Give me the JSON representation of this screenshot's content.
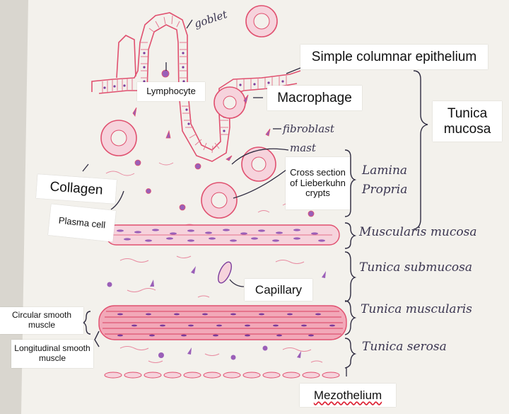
{
  "labels": {
    "simple_columnar_epithelium": "Simple columnar epithelium",
    "lymphocyte": "Lymphocyte",
    "macrophage": "Macrophage",
    "tunica_mucosa": "Tunica mucosa",
    "collagen": "Collagen",
    "cross_section": "Cross section of Lieberkuhn crypts",
    "plasma_cell": "Plasma cell",
    "capillary": "Capillary",
    "circular_smooth_muscle": "Circular smooth muscle",
    "longitudinal_smooth_muscle": "Longitudinal smooth muscle",
    "mezothelium": "Mezothelium"
  },
  "handwritten": {
    "goblet": "goblet",
    "fibroblast": "fibroblast",
    "mast": "mast",
    "lamina_propria": "Lamina Propria",
    "muscularis_mucosa": "Muscularis mucosa",
    "tunica_submucosa": "Tunica submucosa",
    "tunica_muscularis": "Tunica muscularis",
    "tunica_serosa": "Tunica serosa"
  },
  "colors": {
    "paper": "#d9d6cf",
    "sheet": "#f3f1ec",
    "pink": "#e0506f",
    "pink_light": "#f2a8b8",
    "nucleus": "#7a3c9c",
    "ink": "#2e2b40"
  }
}
